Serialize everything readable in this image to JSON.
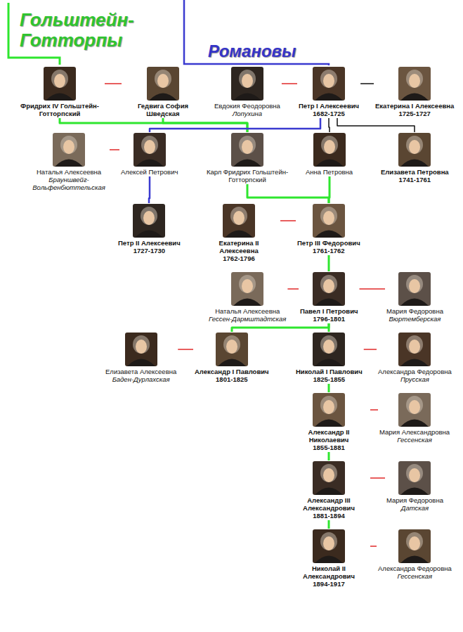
{
  "diagram": {
    "nodes": [
      {
        "text": [
          "Фридрих IV Гольштейн-Готторпский"
        ]
      },
      {
        "text": [
          "Гедвига София Шведская"
        ]
      },
      {
        "text": [
          "Евдокия Феодоровна",
          "Лопухина"
        ]
      },
      {
        "text": [
          "Петр I Алексеевич",
          "1682-1725"
        ]
      },
      {
        "text": [
          "Екатерина I Алексеевна",
          "1725-1727"
        ]
      },
      {
        "text": [
          "Наталья Алексеевна",
          "Брауншвейг-Вольфенбюттельская"
        ]
      },
      {
        "text": [
          "Алексей Петрович"
        ]
      },
      {
        "text": [
          "Карл Фридрих Гольштейн-Готторпский"
        ]
      },
      {
        "text": [
          "Анна Петровна"
        ]
      },
      {
        "text": [
          "Елизавета Петровна",
          "1741-1761"
        ]
      },
      {
        "text": [
          "Петр II Алексеевич",
          "1727-1730"
        ]
      },
      {
        "text": [
          "Екатерина II Алексеевна",
          "1762-1796"
        ]
      },
      {
        "text": [
          "Петр III Федорович",
          "1761-1762"
        ]
      },
      {
        "text": [
          "Наталья Алексеевна",
          "Гессен-Дармштадтская"
        ]
      },
      {
        "text": [
          "Павел I Петрович",
          "1796-1801"
        ]
      },
      {
        "text": [
          "Мария Федоровна",
          "Вюртемберская"
        ]
      },
      {
        "text": [
          "Елизавета Алексеевна",
          "Баден-Дурлахская"
        ]
      },
      {
        "text": [
          "Александр I Павлович",
          "1801-1825"
        ]
      },
      {
        "text": [
          "Николай I Павлович",
          "1825-1855"
        ]
      },
      {
        "text": [
          "Александра Федоровна",
          "Прусская"
        ]
      },
      {
        "text": [
          "Александр II Николаевич",
          "1855-1881"
        ]
      },
      {
        "text": [
          "Мария Александровна",
          "Гессенская"
        ]
      },
      {
        "text": [
          "Александр III Александрович",
          "1881-1894"
        ]
      },
      {
        "text": [
          "Мария Федоровна",
          "Датская"
        ]
      },
      {
        "text": [
          "Николай II Александрович",
          "1894-1917"
        ]
      },
      {
        "text": [
          "Александра Федоровна",
          "Гессенская"
        ]
      }
    ],
    "edges": [
      {
        "from": 0,
        "to": 1,
        "arrow": "none"
      },
      {
        "from": 2,
        "to": 3,
        "arrow": "none"
      },
      {
        "from": 3,
        "to": 4,
        "arrow": "none"
      },
      {
        "from": 0,
        "to": 7,
        "arrow": "none"
      },
      {
        "from": 1,
        "to": 7,
        "arrow": "none"
      },
      {
        "from": 3,
        "to": 6,
        "arrow": "none"
      },
      {
        "from": 3,
        "to": 8,
        "arrow": "none"
      },
      {
        "from": 3,
        "to": 9,
        "arrow": "none"
      },
      {
        "from": 5,
        "to": 6,
        "arrow": "none"
      },
      {
        "from": 6,
        "to": 10,
        "arrow": "none"
      },
      {
        "from": 7,
        "to": 12,
        "arrow": "none"
      },
      {
        "from": 8,
        "to": 12,
        "arrow": "none"
      },
      {
        "from": 11,
        "to": 12,
        "arrow": "none"
      },
      {
        "from": 12,
        "to": 14,
        "arrow": "none"
      },
      {
        "from": 13,
        "to": 14,
        "arrow": "none"
      },
      {
        "from": 14,
        "to": 15,
        "arrow": "none"
      },
      {
        "from": 14,
        "to": 17,
        "arrow": "none"
      },
      {
        "from": 14,
        "to": 18,
        "arrow": "none"
      },
      {
        "from": 16,
        "to": 17,
        "arrow": "none"
      },
      {
        "from": 18,
        "to": 19,
        "arrow": "none"
      },
      {
        "from": 18,
        "to": 20,
        "arrow": "none"
      },
      {
        "from": 20,
        "to": 21,
        "arrow": "none"
      },
      {
        "from": 20,
        "to": 22,
        "arrow": "none"
      },
      {
        "from": 22,
        "to": 23,
        "arrow": "none"
      },
      {
        "from": 22,
        "to": 24,
        "arrow": "none"
      },
      {
        "from": 24,
        "to": 25,
        "arrow": "none"
      }
    ],
    "labels": [
      "Гольштейн-Готторпы",
      "Романовы"
    ]
  }
}
